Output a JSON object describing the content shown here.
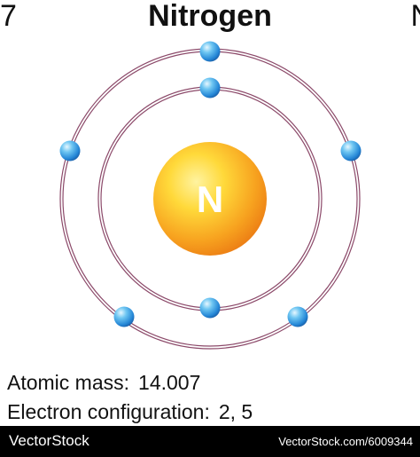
{
  "element": {
    "atomic_number": "7",
    "name": "Nitrogen",
    "symbol": "N",
    "nucleus_label": "N"
  },
  "shells": {
    "inner_electron_count": 2,
    "outer_electron_count": 5
  },
  "info": {
    "atomic_mass_label": "Atomic mass:",
    "atomic_mass_value": "14.007",
    "electron_config_label": "Electron configuration:",
    "electron_config_value": "2, 5"
  },
  "footer": {
    "brand": "VectorStock",
    "url": "VectorStock.com/6009344"
  },
  "colors": {
    "orbit": "#8c4a6a",
    "nucleus_light": "#ffe066",
    "nucleus_dark": "#f08a1c",
    "electron_light": "#bfe8ff",
    "electron_dark": "#1f73c9"
  }
}
